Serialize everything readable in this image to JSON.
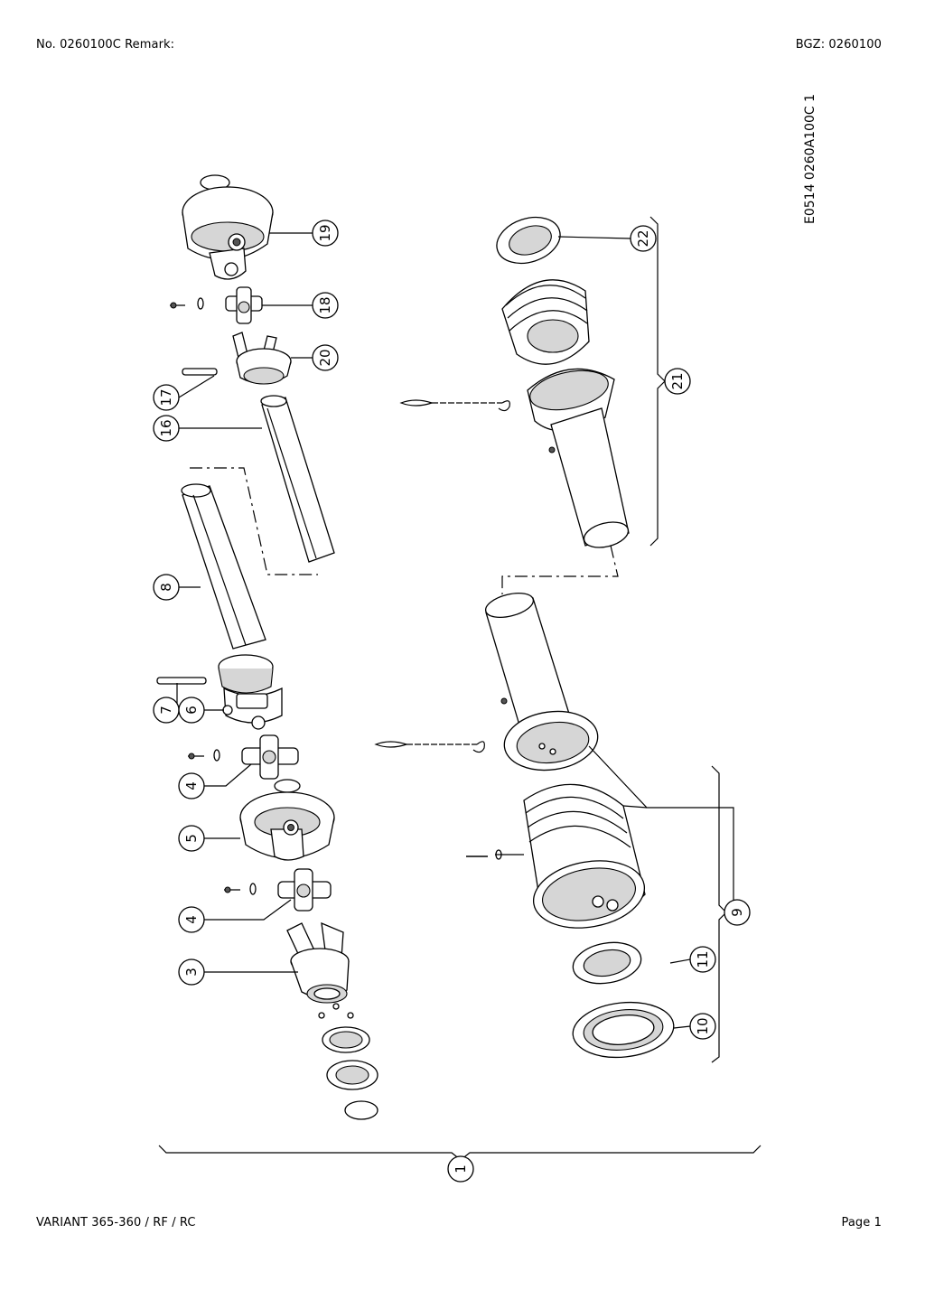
{
  "header": {
    "left": "No. 0260100C   Remark:",
    "right": "BGZ: 0260100"
  },
  "drawing_code": "E0514 0260A100C 1",
  "footer": {
    "left": "VARIANT 365-360 / RF / RC",
    "right": "Page 1"
  },
  "callouts": {
    "c19": "19",
    "c18": "18",
    "c20": "20",
    "c17": "17",
    "c16": "16",
    "c8": "8",
    "c7": "7",
    "c6": "6",
    "c4a": "4",
    "c5": "5",
    "c4b": "4",
    "c3": "3",
    "c22": "22",
    "c21": "21",
    "c9": "9",
    "c11": "11",
    "c10": "10",
    "c1": "1"
  }
}
